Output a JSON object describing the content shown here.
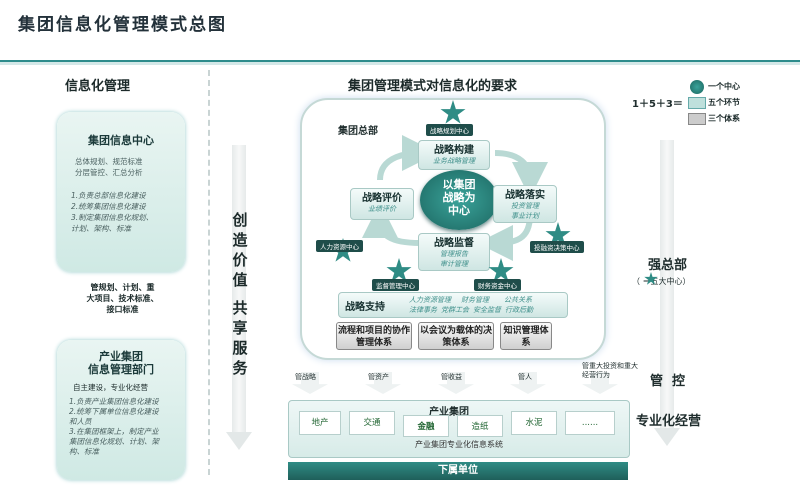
{
  "title": "集团信息化管理模式总图",
  "left": {
    "section_title": "信息化管理",
    "center": {
      "title": "集团信息中心",
      "desc": [
        "总体规划、规范标准",
        "分层管控、汇总分析"
      ],
      "items": [
        "1.负责总部信息化建设",
        "2.统筹集团信息化建设",
        "3.制定集团信息化规划、",
        "计划、架构、标准"
      ]
    },
    "between": [
      "管规划、计划、重",
      "大项目、技术标准、",
      "接口标准"
    ],
    "dept": {
      "title": [
        "产业集团",
        "信息管理部门"
      ],
      "sub": "自主建设，专业化经营",
      "items": [
        "1.负责产业集团信息化建设",
        "2.统筹下属单位信息化建设",
        "和人员",
        "3.在集团框架上，制定产业",
        "集团信息化规划、计划、架",
        "构、标准"
      ]
    }
  },
  "vertical": {
    "col1": [
      "创",
      "造",
      "价",
      "值"
    ],
    "col2": [
      "共",
      "享",
      "服",
      "务"
    ]
  },
  "center": {
    "section_title": "集团管理模式对信息化的要求",
    "hq": "集团总部",
    "core": [
      "以集团",
      "战略为",
      "中心"
    ],
    "boxes": [
      {
        "title": "战略构建",
        "sub": "业务战略管理"
      },
      {
        "title": "战略落实",
        "sub": [
          "投资管理",
          "事业计划"
        ]
      },
      {
        "title": "战略评价",
        "sub": "业绩评价"
      },
      {
        "title": "战略监督",
        "sub": [
          "管理报告",
          "审计管理"
        ]
      }
    ],
    "support": {
      "title": "战略支持",
      "items": [
        "人力资源管理",
        "财务管理",
        "公共关系",
        "法律事务",
        "党群工会",
        "安全监督",
        "行政后勤"
      ]
    },
    "stars": [
      "战略规划中心",
      "人力资源中心",
      "投融资决策中心",
      "监督管理中心",
      "财务资金中心"
    ],
    "systems": [
      "流程和项目的协作管理体系",
      "以会议为载体的决策体系",
      "知识管理体系"
    ],
    "arrows": [
      "管战略",
      "管资产",
      "管收益",
      "管人",
      "管重大投资和重大经营行为"
    ],
    "industry": {
      "title": "产业集团",
      "cells": [
        "地产",
        "交通",
        "金融",
        "造纸",
        "水泥",
        "......"
      ],
      "bottom": "产业集团专业化信息系统"
    },
    "sub_units": "下属单位"
  },
  "right": {
    "legend": {
      "formula": "1＋5＋3＝",
      "items": [
        "一个中心",
        "五个环节",
        "三个体系"
      ]
    },
    "strong_hq": "强总部",
    "strong_note": "（      ＝五大中心）",
    "control": "管  控",
    "specialized": "专业化经营"
  },
  "colors": {
    "teal": "#2f8c85",
    "dark": "#1f4d4a"
  }
}
